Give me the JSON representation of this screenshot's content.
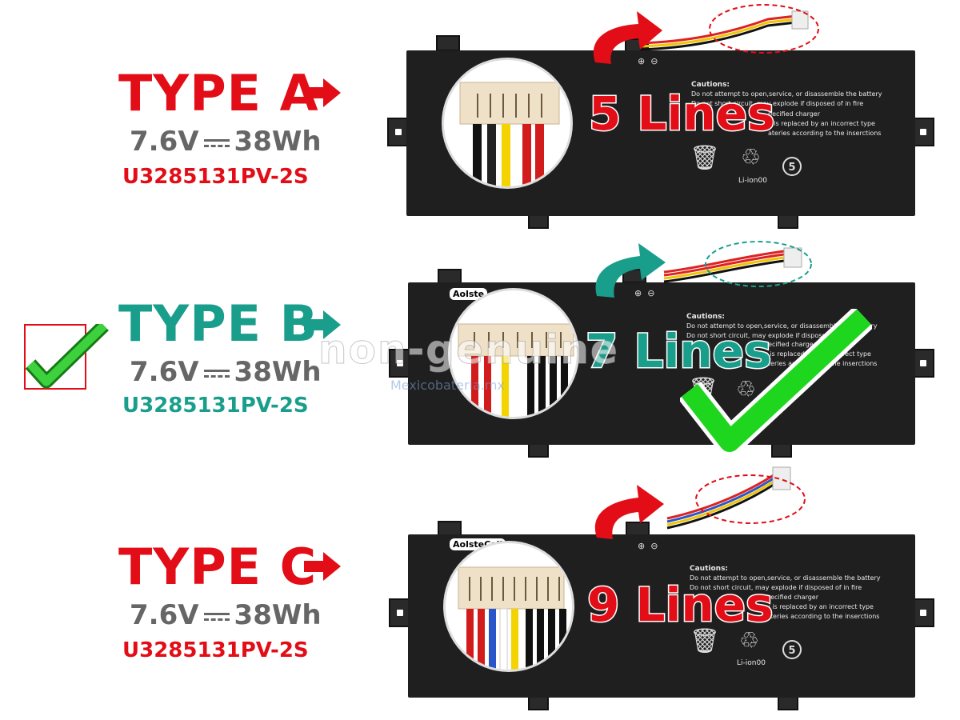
{
  "types": [
    {
      "title": "TYPE A",
      "voltage": "7.6V",
      "energy": "38Wh",
      "model": "U3285131PV-2S",
      "lines": "5 Lines",
      "color": "#e20d16"
    },
    {
      "title": "TYPE B",
      "voltage": "7.6V",
      "energy": "38Wh",
      "model": "U3285131PV-2S",
      "lines": "7 Lines",
      "color": "#1a9e8c"
    },
    {
      "title": "TYPE C",
      "voltage": "7.6V",
      "energy": "38Wh",
      "model": "U3285131PV-2S",
      "lines": "9 Lines",
      "color": "#e20d16"
    }
  ],
  "battery_text": {
    "cautions_title": "Cautions:",
    "caution_1": "Do not attempt to open,service, or disassemble the battery",
    "caution_2": "Do not short circuit, may explode if disposed of in fire",
    "caution_3": "pecified charger",
    "caution_4": "y is replaced by an incorrect type",
    "caution_5": "ateries according to the inserctions",
    "recycle_label": "Li-ion00",
    "brand": "AolsteCell",
    "brand_b": "Aolste"
  },
  "watermark": "non-genuine",
  "watermark_sub": "Mexicobateria.mx",
  "colors": {
    "red": "#e20d16",
    "teal": "#1a9e8c",
    "battery": "#1f1f1f"
  },
  "icons": [
    "right-arrow-icon",
    "curved-arrow-icon",
    "check-icon",
    "weee-bin-icon",
    "recycle-icon",
    "battery-level-5-icon"
  ]
}
